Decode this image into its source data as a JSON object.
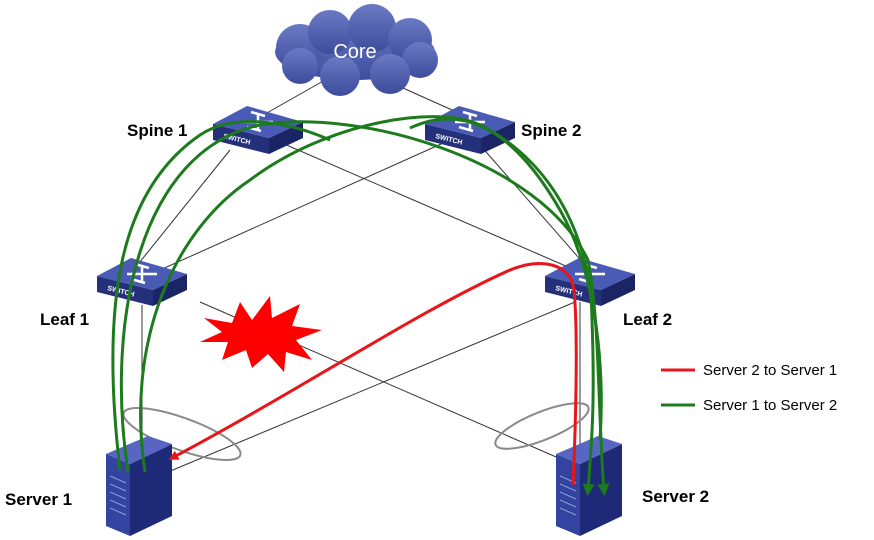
{
  "nodes": {
    "core": "Core",
    "spine1": "Spine 1",
    "spine2": "Spine 2",
    "leaf1": "Leaf 1",
    "leaf2": "Leaf 2",
    "server1": "Server 1",
    "server2": "Server 2",
    "switch_text": "SWITCH"
  },
  "legend": {
    "red_label": "Server 2 to Server 1",
    "green_label": "Server 1 to Server 2"
  },
  "colors": {
    "red_path": "#e8161b",
    "green_path": "#1d7a1d",
    "cloud": "#4f5fae",
    "switch_top": "#4a5bb5",
    "switch_side": "#25307a",
    "server": "#2b3a8e",
    "link": "#333333",
    "failure": "#ff0000"
  },
  "failure": {
    "icon": "failure-burst-icon"
  }
}
